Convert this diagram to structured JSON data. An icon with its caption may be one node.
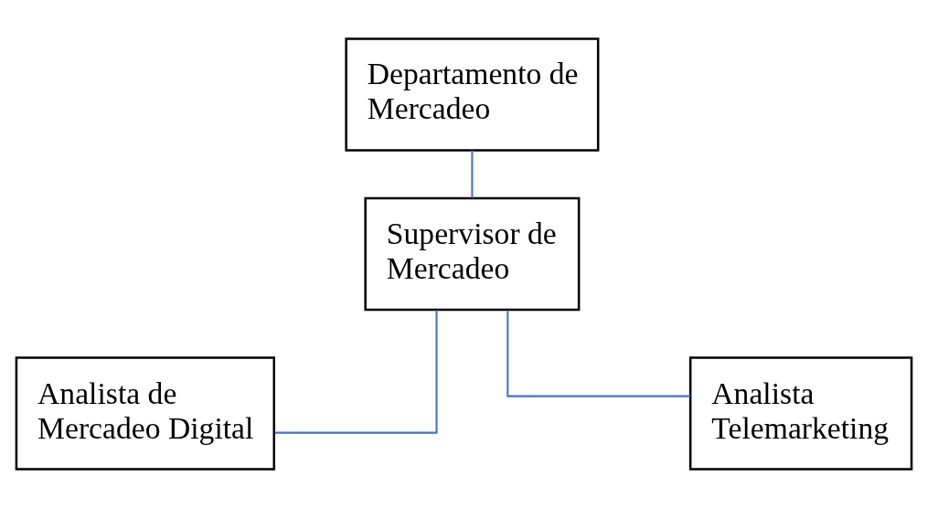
{
  "diagram": {
    "nodes": [
      {
        "text": [
          "Departamento de Mercadeo"
        ]
      },
      {
        "text": [
          "Supervisor de Mercadeo"
        ]
      },
      {
        "text": [
          "Analista de Mercadeo Digital"
        ]
      },
      {
        "text": [
          "Analista Telemarketing"
        ]
      }
    ],
    "edges": [
      {
        "from": 0,
        "to": 1,
        "arrow": "none",
        "color": "#4472c4"
      },
      {
        "from": 1,
        "to": 2,
        "arrow": "none",
        "color": "#4472c4"
      },
      {
        "from": 1,
        "to": 3,
        "arrow": "none",
        "color": "#4472c4"
      }
    ]
  }
}
